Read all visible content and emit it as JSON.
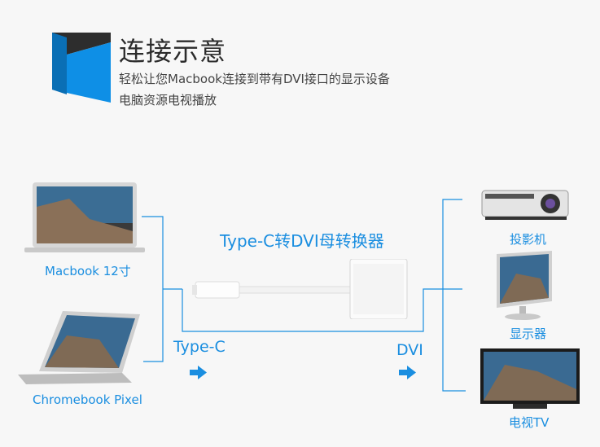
{
  "header": {
    "title": "连接示意",
    "subtitle_line1": "轻松让您Macbook连接到带有DVI接口的显示设备",
    "subtitle_line2": "电脑资源电视播放"
  },
  "sources": [
    {
      "label": "Macbook 12寸"
    },
    {
      "label": "Chromebook Pixel"
    }
  ],
  "adapter": {
    "label": "Type-C转DVI母转换器"
  },
  "ports": {
    "input": "Type-C",
    "output": "DVI"
  },
  "targets": [
    {
      "label": "投影机"
    },
    {
      "label": "显示器"
    },
    {
      "label": "电视TV"
    }
  ],
  "colors": {
    "accent": "#1a8ee0",
    "logo_dark": "#2d2d2d",
    "logo_blue": "#0e8fe6"
  }
}
